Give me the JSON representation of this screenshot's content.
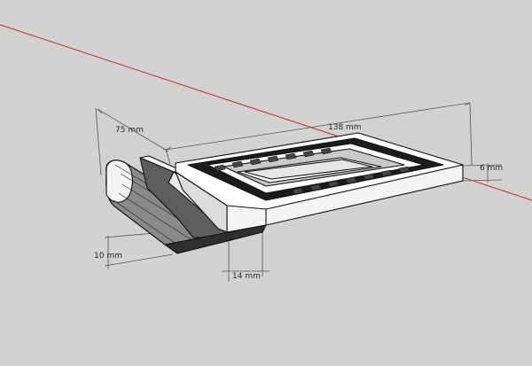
{
  "viewport": {
    "background": "#d2d2d0",
    "axis_color": "#c8262a"
  },
  "dimensions": {
    "length": "138 mm",
    "width": "75 mm",
    "height_right": "6 mm",
    "height_left": "10 mm",
    "depth_front": "14 mm"
  },
  "model": {
    "face_color": "#ffffff",
    "edge_color": "#111111",
    "shadow_color": "#3a3a3a"
  }
}
